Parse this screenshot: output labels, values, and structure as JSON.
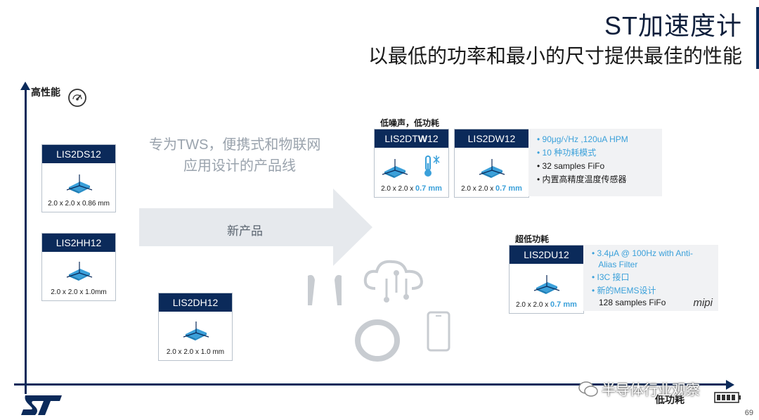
{
  "header": {
    "title": "ST加速度计",
    "subtitle": "以最低的功率和最小的尺寸提供最佳的性能"
  },
  "axes": {
    "y_label": "高性能",
    "x_label": "低功耗"
  },
  "arrow": {
    "tagline_line1": "专为TWS，便携式和物联网",
    "tagline_line2": "应用设计的产品线",
    "label": "新产品"
  },
  "cards": {
    "lis2ds12": {
      "name": "LIS2DS12",
      "dim": "2.0 x 2.0 x 0.86 mm"
    },
    "lis2hh12": {
      "name": "LIS2HH12",
      "dim": "2.0 x 2.0 x 1.0mm"
    },
    "lis2dh12": {
      "name": "LIS2DH12",
      "dim": "2.0 x 2.0 x 1.0 mm"
    },
    "lis2dtw12": {
      "name_prefix": "LIS2DT",
      "name_bold": "W",
      "name_suffix": "12",
      "dim_prefix": "2.0 x 2.0 x ",
      "dim_bold": "0.7 mm"
    },
    "lis2dw12": {
      "name": "LIS2DW12",
      "dim_prefix": "2.0 x 2.0 x ",
      "dim_bold": "0.7 mm"
    },
    "lis2du12": {
      "name": "LIS2DU12",
      "dim_prefix": "2.0 x 2.0 x ",
      "dim_bold": "0.7 mm"
    }
  },
  "group_labels": {
    "low_noise": "低噪声，低功耗",
    "ultra_low": "超低功耗"
  },
  "info_dw": [
    {
      "text": "• 90μg/√Hz ,120uA HPM",
      "style": "blue"
    },
    {
      "text": "• 10 种功耗模式",
      "style": "blue"
    },
    {
      "text": "• 32 samples FiFo",
      "style": "dark"
    },
    {
      "text": "• 内置高精度温度传感器",
      "style": "dark"
    }
  ],
  "info_du": [
    {
      "text": "• 3.4μA @ 100Hz with Anti-",
      "style": "blue"
    },
    {
      "text": "   Alias Filter",
      "style": "blue"
    },
    {
      "text": "• I3C 接口",
      "style": "blue"
    },
    {
      "text": "• 新的MEMS设计",
      "style": "blue"
    },
    {
      "text": "   128 samples FiFo",
      "style": "dark"
    }
  ],
  "mipi_logo": "mipi",
  "watermark": "半导体行业观察",
  "page_number": "69",
  "colors": {
    "navy": "#0b2a5a",
    "accent_blue": "#3aa0da",
    "arrow_gray": "#e6e9ed",
    "icon_gray": "#c8ccd1"
  }
}
